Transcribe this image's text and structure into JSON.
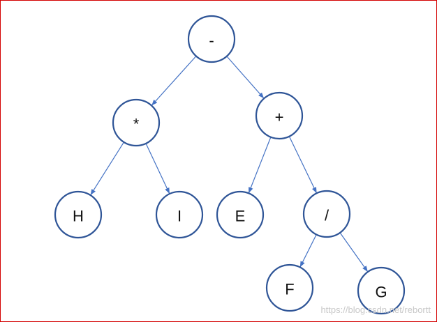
{
  "tree": {
    "nodes": [
      {
        "id": "root",
        "label": "-"
      },
      {
        "id": "mul",
        "label": "*"
      },
      {
        "id": "plus",
        "label": "+"
      },
      {
        "id": "H",
        "label": "H"
      },
      {
        "id": "I",
        "label": "I"
      },
      {
        "id": "E",
        "label": "E"
      },
      {
        "id": "div",
        "label": "/"
      },
      {
        "id": "F",
        "label": "F"
      },
      {
        "id": "G",
        "label": "G"
      }
    ],
    "edges": [
      {
        "from": "root",
        "to": "mul"
      },
      {
        "from": "root",
        "to": "plus"
      },
      {
        "from": "mul",
        "to": "H"
      },
      {
        "from": "mul",
        "to": "I"
      },
      {
        "from": "plus",
        "to": "E"
      },
      {
        "from": "plus",
        "to": "div"
      },
      {
        "from": "div",
        "to": "F"
      },
      {
        "from": "div",
        "to": "G"
      }
    ]
  },
  "watermark": "https://blog.csdn.net/rebortt",
  "colors": {
    "node_stroke": "#2f5597",
    "edge": "#4472c4",
    "border": "#d40000"
  }
}
